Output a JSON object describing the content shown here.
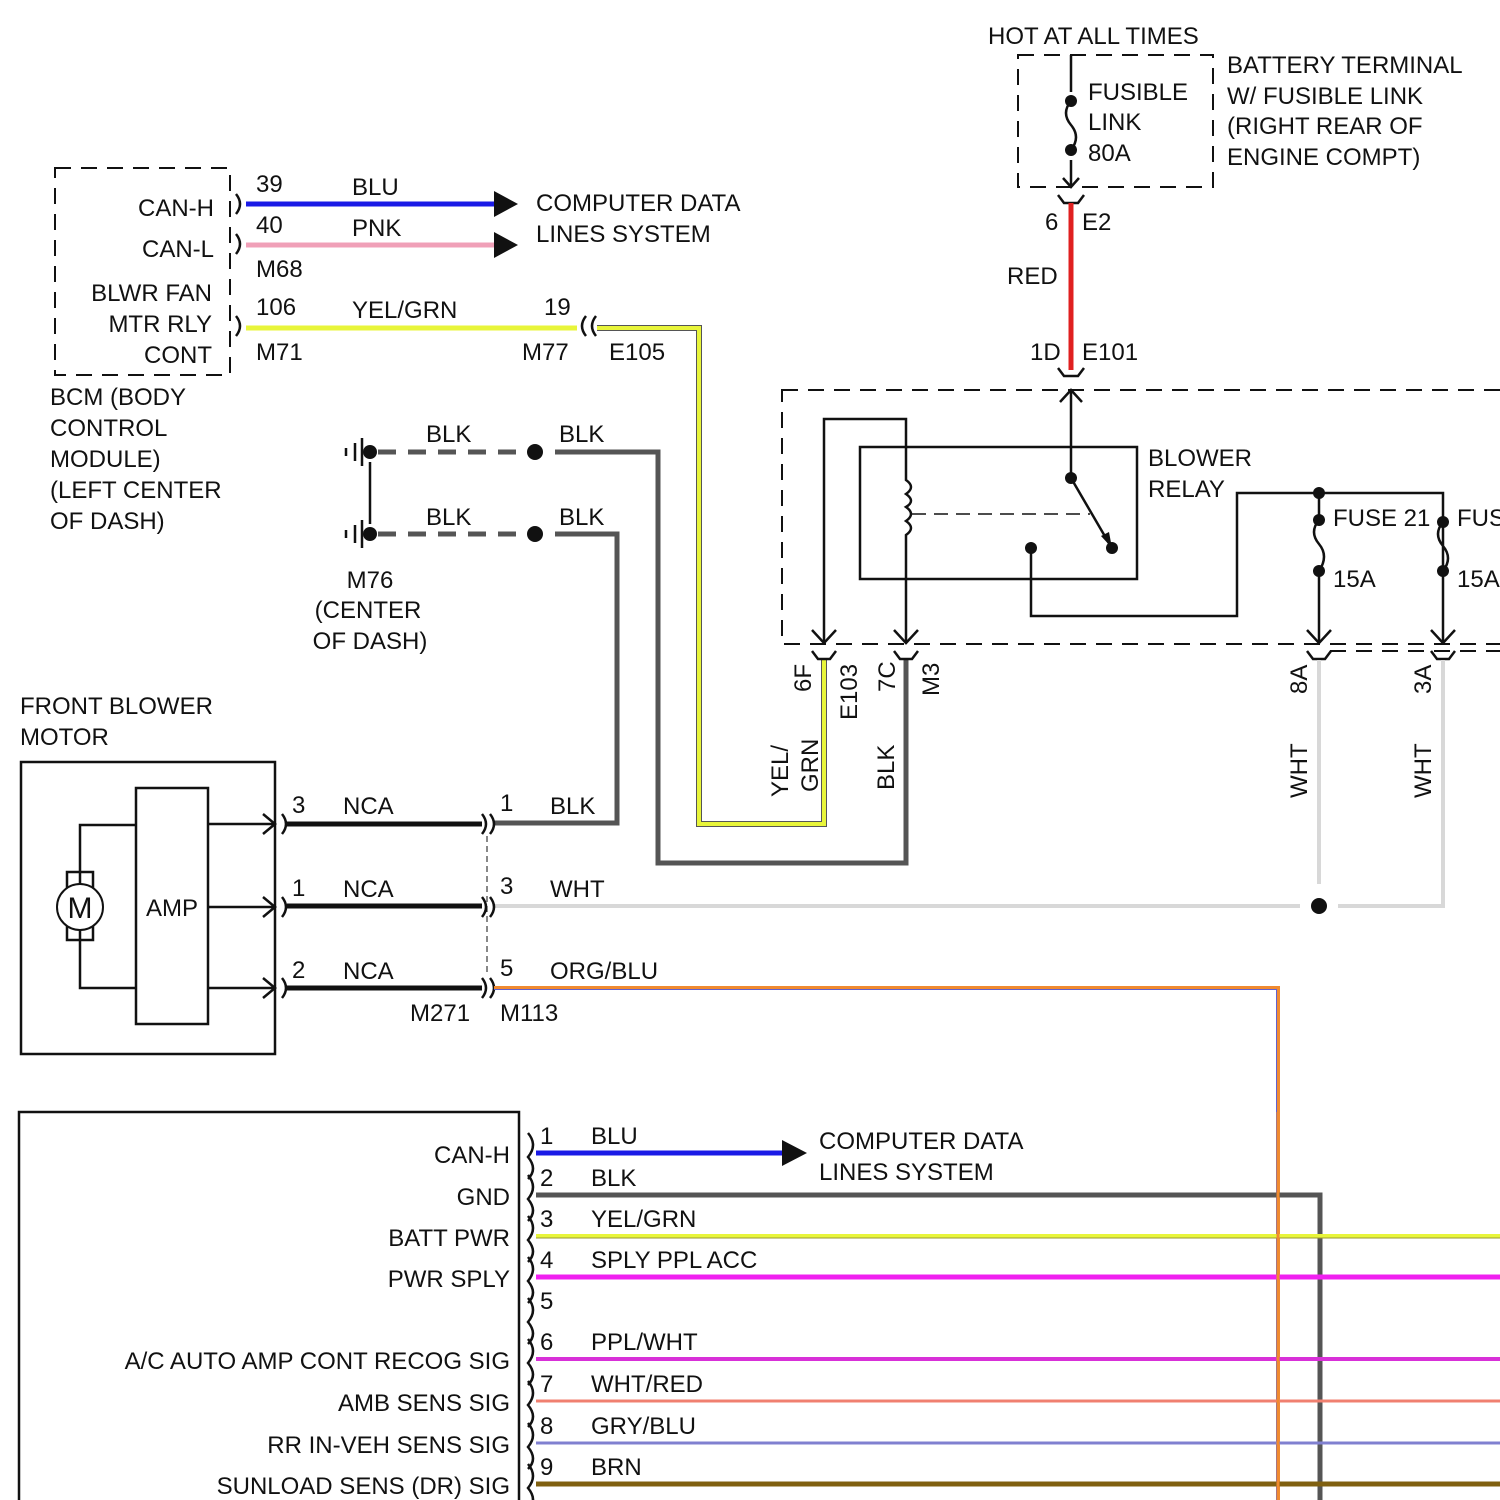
{
  "colors": {
    "blu": "#1a1ae6",
    "pnk": "#f0a0b8",
    "yelgrn": "#e8f53a",
    "blk": "#555555",
    "red": "#e02020",
    "wht": "#d8d8d8",
    "orgblu": "#f08a30",
    "magenta": "#f020f0",
    "pplwht": "#d830d8",
    "whtred": "#f08070",
    "grayblu": "#8080d0",
    "brn": "#806010",
    "nca": "#111111"
  },
  "power": {
    "hot": "HOT AT ALL TIMES",
    "fusible": [
      "FUSIBLE",
      "LINK",
      "80A"
    ],
    "battery": [
      "BATTERY TERMINAL",
      "W/ FUSIBLE LINK",
      "(RIGHT REAR OF",
      "ENGINE COMPT)"
    ],
    "pin_top": "6",
    "conn_top": "E2",
    "wire": "RED",
    "pin_bot": "1D",
    "conn_bot": "E101"
  },
  "bcm": {
    "pins": [
      "CAN-H",
      "CAN-L",
      "BLWR FAN",
      "MTR RLY",
      "CONT"
    ],
    "name": [
      "BCM (BODY",
      "CONTROL",
      "MODULE)",
      "(LEFT CENTER",
      "OF DASH)"
    ],
    "wires": [
      {
        "pin": "39",
        "color": "BLU"
      },
      {
        "pin": "40",
        "color": "PNK"
      },
      {
        "pin": "106",
        "color": "YEL/GRN"
      }
    ],
    "conn1": "M68",
    "conn2": "M71",
    "dest": [
      "COMPUTER DATA",
      "LINES SYSTEM"
    ],
    "pin19": "19",
    "m77": "M77",
    "e105": "E105"
  },
  "ground": {
    "wires": [
      "BLK",
      "BLK",
      "BLK",
      "BLK"
    ],
    "name": [
      "M76",
      "(CENTER",
      "OF DASH)"
    ]
  },
  "relay": {
    "name": [
      "BLOWER",
      "RELAY"
    ],
    "fuse1": [
      "FUSE 21",
      "15A"
    ],
    "fuse2": [
      "FUS",
      "15A"
    ],
    "pins": [
      "6F",
      "E103",
      "7C",
      "M3",
      "8A",
      "3A"
    ],
    "wire_labels": [
      "YEL/",
      "GRN",
      "BLK",
      "WHT",
      "WHT"
    ]
  },
  "motor": {
    "title": [
      "FRONT BLOWER",
      "MOTOR"
    ],
    "m": "M",
    "amp": "AMP",
    "rows": [
      {
        "pin": "3",
        "wire": "NCA",
        "pin2": "1",
        "wire2": "BLK"
      },
      {
        "pin": "1",
        "wire": "NCA",
        "pin2": "3",
        "wire2": "WHT"
      },
      {
        "pin": "2",
        "wire": "NCA",
        "pin2": "5",
        "wire2": "ORG/BLU"
      }
    ],
    "conn1": "M271",
    "conn2": "M113"
  },
  "amp_module": {
    "dest": [
      "COMPUTER DATA",
      "LINES SYSTEM"
    ],
    "pins": [
      {
        "label": "CAN-H",
        "pin": "1",
        "wire": "BLU"
      },
      {
        "label": "GND",
        "pin": "2",
        "wire": "BLK"
      },
      {
        "label": "BATT PWR",
        "pin": "3",
        "wire": "YEL/GRN"
      },
      {
        "label": "PWR SPLY",
        "pin": "4",
        "wire": "SPLY PPL ACC"
      },
      {
        "label": "",
        "pin": "5",
        "wire": ""
      },
      {
        "label": "A/C AUTO AMP CONT RECOG SIG",
        "pin": "6",
        "wire": "PPL/WHT"
      },
      {
        "label": "AMB SENS SIG",
        "pin": "7",
        "wire": "WHT/RED"
      },
      {
        "label": "RR IN-VEH SENS SIG",
        "pin": "8",
        "wire": "GRY/BLU"
      },
      {
        "label": "SUNLOAD SENS (DR) SIG",
        "pin": "9",
        "wire": "BRN"
      }
    ]
  }
}
